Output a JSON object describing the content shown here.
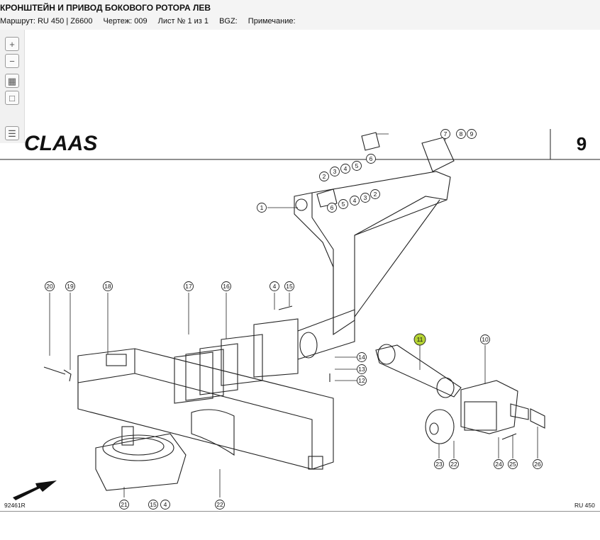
{
  "header": {
    "title": "КРОНШТЕЙН И ПРИВОД БОКОВОГО РОТОРА ЛЕВ",
    "route": "Маршрут: RU 450 | Z6600",
    "drawing": "Чертеж: 009",
    "sheet": "Лист № 1 из 1",
    "bgz": "BGZ:",
    "note": "Примечание:"
  },
  "toolbar": {
    "zoom_in_icon": "zoom-in-icon",
    "zoom_out_icon": "zoom-out-icon",
    "fit_icon": "fit-page-icon",
    "actual_size_icon": "actual-size-icon",
    "list_icon": "parts-list-icon"
  },
  "drawing": {
    "brand_logo": "CLAAS",
    "page_number": "9",
    "drawing_code": "92461R",
    "model_code": "RU 450",
    "highlighted_part": "11",
    "highlight_color": "#b5d334",
    "callouts": [
      "1",
      "2",
      "3",
      "4",
      "5",
      "6",
      "7",
      "8",
      "9",
      "2",
      "3",
      "4",
      "5",
      "6",
      "20",
      "19",
      "18",
      "17",
      "16",
      "4",
      "15",
      "14",
      "13",
      "12",
      "11",
      "10",
      "21",
      "15",
      "4",
      "22",
      "23",
      "22",
      "24",
      "25",
      "26"
    ]
  }
}
